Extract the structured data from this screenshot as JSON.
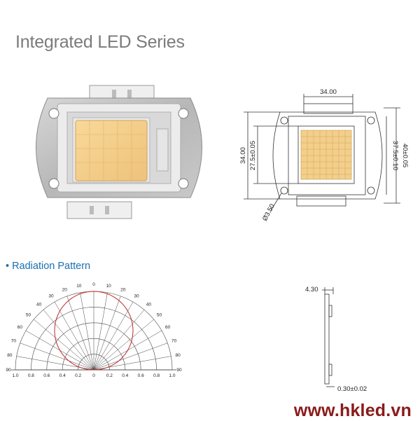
{
  "title": "Integrated LED Series",
  "section_title": "Radiation Pattern",
  "watermark": "www.hkled.vn",
  "drawing_dimensions": {
    "top_width": "34.00",
    "left_height": "34.00",
    "inner_height": "27.5±0.05",
    "outer_right": "40±0.05",
    "inner_right": "37.5±0.10",
    "hole": "Ø3.50"
  },
  "side_dimensions": {
    "thickness": "4.30",
    "plate": "0.30±0.02"
  },
  "radiation_pattern": {
    "angle_labels": [
      "0",
      "10",
      "20",
      "30",
      "40",
      "50",
      "60",
      "70",
      "80",
      "90"
    ],
    "radius_labels": [
      "1.0",
      "0.8",
      "0.6",
      "0.4",
      "0.2",
      "0",
      "0.2",
      "0.4",
      "0.6",
      "0.8",
      "1.0"
    ]
  },
  "colors": {
    "title": "#7b7b7b",
    "section": "#1a6fb0",
    "watermark": "#8a1a1a",
    "led_yellow": "#f3cf8c",
    "pattern_curve": "#c02a2a"
  }
}
